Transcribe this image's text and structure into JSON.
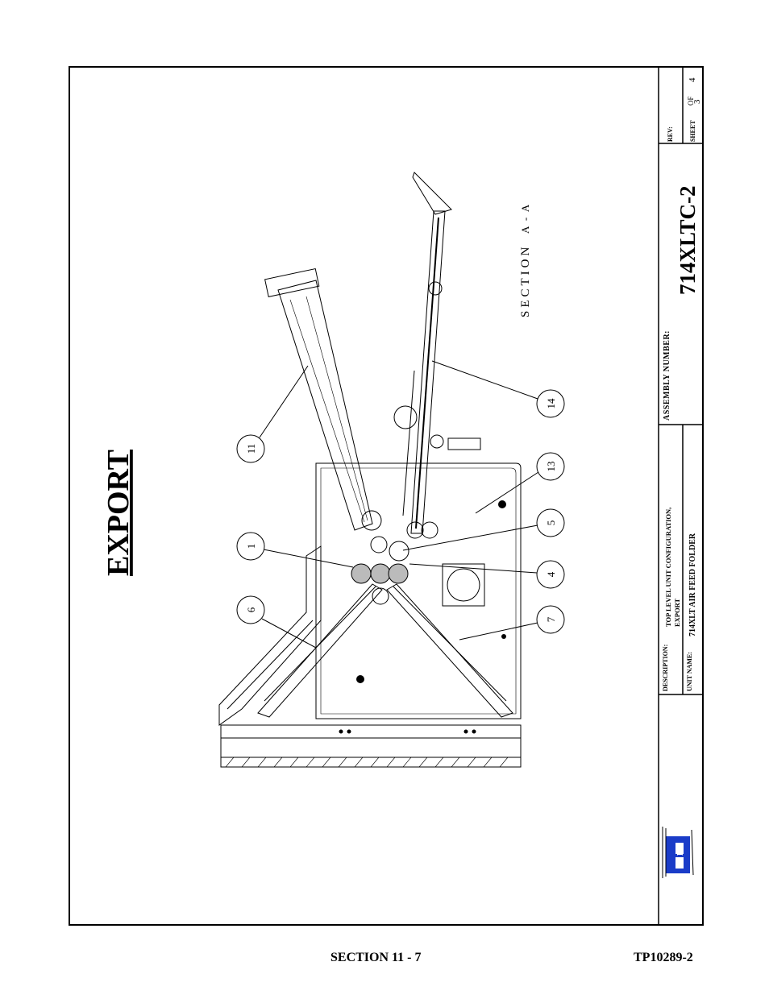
{
  "drawing": {
    "stamp": "EXPORT",
    "section_label": "SECTION  A-A",
    "section_word": "SECTION",
    "section_letters": "A - A",
    "callouts": [
      "1",
      "4",
      "5",
      "6",
      "7",
      "11",
      "13",
      "14"
    ]
  },
  "title_block": {
    "rev_label": "REV:",
    "rev_value": "",
    "sheet_label": "SHEET",
    "sheet_number": "3",
    "of_label": "OF",
    "sheet_total": "4",
    "assembly_label": "ASSEMBLY NUMBER:",
    "assembly_number": "714XLTC-2",
    "description_label": "DESCRIPTION:",
    "description_line1": "TOP LEVEL UNIT CONFIGURATION,",
    "description_line2": "EXPORT",
    "unit_name_label": "UNIT NAME:",
    "unit_name": "714XLT AIR FEED FOLDER",
    "logo_letter": "B"
  },
  "footer": {
    "section": "SECTION 11 -  7",
    "doc_number": "TP10289-2"
  }
}
